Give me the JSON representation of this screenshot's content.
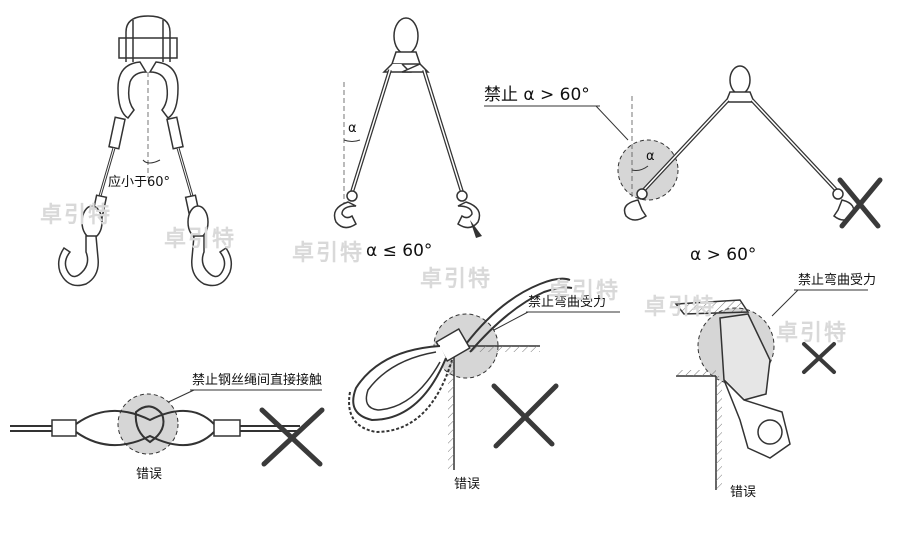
{
  "watermark": "卓引特",
  "panels": {
    "p1": {
      "angle_label": "应小于60°"
    },
    "p2": {
      "alpha": "α",
      "caption": "α ≤ 60°"
    },
    "p3": {
      "warning": "禁止 α > 60°",
      "alpha": "α",
      "caption": "α > 60°"
    },
    "p4": {
      "warning": "禁止钢丝绳间直接接触",
      "caption": "错误"
    },
    "p5": {
      "warning": "禁止弯曲受力",
      "caption": "错误"
    },
    "p6": {
      "warning": "禁止弯曲受力",
      "caption": "错误"
    }
  },
  "colors": {
    "line": "#333333",
    "highlight": "#d6d6d6",
    "cross": "#3a3a3a",
    "watermark": "#d9d9d9"
  },
  "icons": [
    "hook-icon",
    "shackle-icon",
    "cross-mark-icon"
  ]
}
